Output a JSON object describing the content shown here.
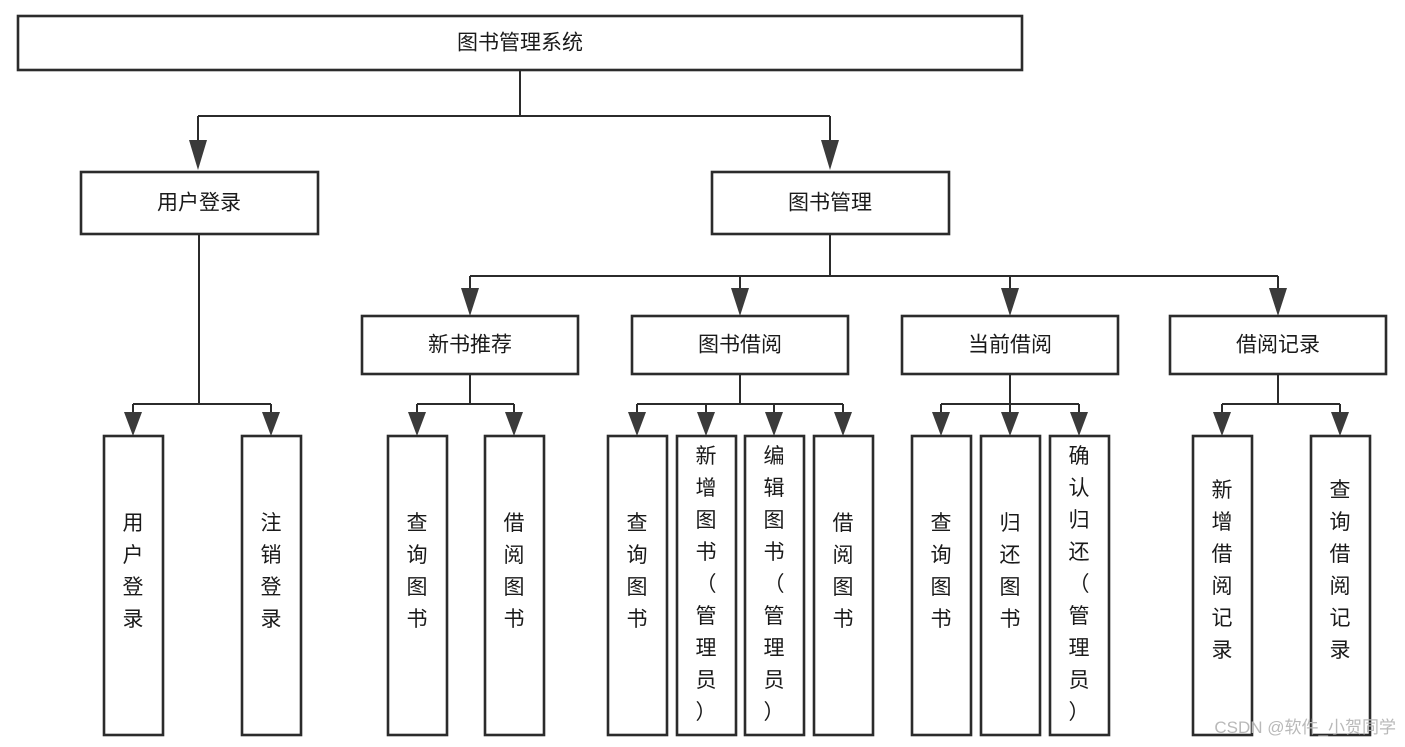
{
  "diagram": {
    "title": "图书管理系统",
    "type": "tree",
    "watermark": "CSDN @软件_小贺同学",
    "colors": {
      "box_stroke": "#2b2b2b",
      "box_fill": "#ffffff",
      "connector": "#2b2b2b",
      "text": "#1a1a1a",
      "watermark": "#b9b9b9",
      "background": "#ffffff"
    },
    "nodes": {
      "root": {
        "label": "图书管理系统",
        "orientation": "horizontal"
      },
      "level2": [
        {
          "id": "user-login",
          "label": "用户登录",
          "orientation": "horizontal"
        },
        {
          "id": "book-manage",
          "label": "图书管理",
          "orientation": "horizontal"
        }
      ],
      "level3": [
        {
          "id": "new-book-rec",
          "label": "新书推荐",
          "orientation": "horizontal"
        },
        {
          "id": "book-borrow",
          "label": "图书借阅",
          "orientation": "horizontal"
        },
        {
          "id": "current-borrow",
          "label": "当前借阅",
          "orientation": "horizontal"
        },
        {
          "id": "borrow-record",
          "label": "借阅记录",
          "orientation": "horizontal"
        }
      ],
      "leaves": [
        {
          "id": "leaf-user-login",
          "label": "用户登录",
          "parent": "user-login",
          "orientation": "vertical"
        },
        {
          "id": "leaf-user-logout",
          "label": "注销登录",
          "parent": "user-login",
          "orientation": "vertical"
        },
        {
          "id": "leaf-query-book-1",
          "label": "查询图书",
          "parent": "new-book-rec",
          "orientation": "vertical"
        },
        {
          "id": "leaf-borrow-book-1",
          "label": "借阅图书",
          "parent": "new-book-rec",
          "orientation": "vertical"
        },
        {
          "id": "leaf-query-book-2",
          "label": "查询图书",
          "parent": "book-borrow",
          "orientation": "vertical"
        },
        {
          "id": "leaf-add-book",
          "label": "新增图书（管理员）",
          "parent": "book-borrow",
          "orientation": "vertical"
        },
        {
          "id": "leaf-edit-book",
          "label": "编辑图书（管理员）",
          "parent": "book-borrow",
          "orientation": "vertical"
        },
        {
          "id": "leaf-borrow-book-2",
          "label": "借阅图书",
          "parent": "book-borrow",
          "orientation": "vertical"
        },
        {
          "id": "leaf-query-book-3",
          "label": "查询图书",
          "parent": "current-borrow",
          "orientation": "vertical"
        },
        {
          "id": "leaf-return-book",
          "label": "归还图书",
          "parent": "current-borrow",
          "orientation": "vertical"
        },
        {
          "id": "leaf-confirm-return",
          "label": "确认归还（管理员）",
          "parent": "current-borrow",
          "orientation": "vertical"
        },
        {
          "id": "leaf-add-record",
          "label": "新增借阅记录",
          "parent": "borrow-record",
          "orientation": "vertical"
        },
        {
          "id": "leaf-query-record",
          "label": "查询借阅记录",
          "parent": "borrow-record",
          "orientation": "vertical"
        }
      ]
    }
  }
}
